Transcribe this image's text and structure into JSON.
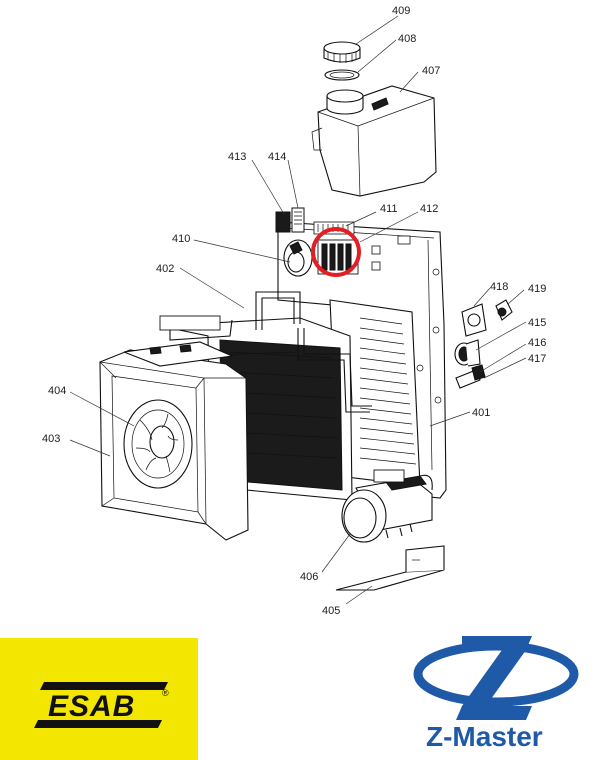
{
  "diagram": {
    "callouts": {
      "p401": "401",
      "p402": "402",
      "p403": "403",
      "p404": "404",
      "p405": "405",
      "p406": "406",
      "p407": "407",
      "p408": "408",
      "p409": "409",
      "p410": "410",
      "p411": "411",
      "p412": "412",
      "p413": "413",
      "p414": "414",
      "p415": "415",
      "p416": "416",
      "p417": "417",
      "p418": "418",
      "p419": "419"
    },
    "highlight_color": "#e31e24"
  },
  "brands": {
    "left": {
      "name": "ESAB",
      "mark": "®",
      "bg_color": "#f3e600",
      "text_color": "#111111"
    },
    "right": {
      "name": "Z-Master",
      "color": "#1e5aa8"
    }
  }
}
